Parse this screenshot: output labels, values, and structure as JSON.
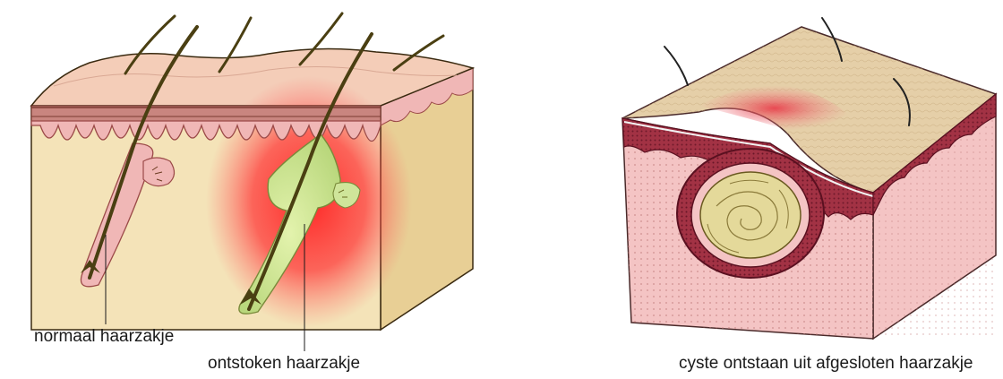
{
  "labels": {
    "normal_follicle": "normaal haarzakje",
    "inflamed_follicle": "ontstoken haarzakje",
    "cyst": "cyste ontstaan uit afgesloten haarzakje"
  },
  "colors": {
    "dermis_yellow": "#f4e3b8",
    "dermis_side": "#e8cf95",
    "epidermis_pink": "#f0b7b6",
    "epidermis_dark": "#b05a58",
    "skin_surface": "#f4cdb8",
    "hair": "#4a3f12",
    "inflammation_red": "#ef2b2b",
    "pus_green": "#cfe59a",
    "cyst_skin_top": "#e5cfa8",
    "cyst_tissue": "#f4c4c4",
    "cyst_wall": "#9b2a3a",
    "cyst_core": "#e4d99a"
  }
}
